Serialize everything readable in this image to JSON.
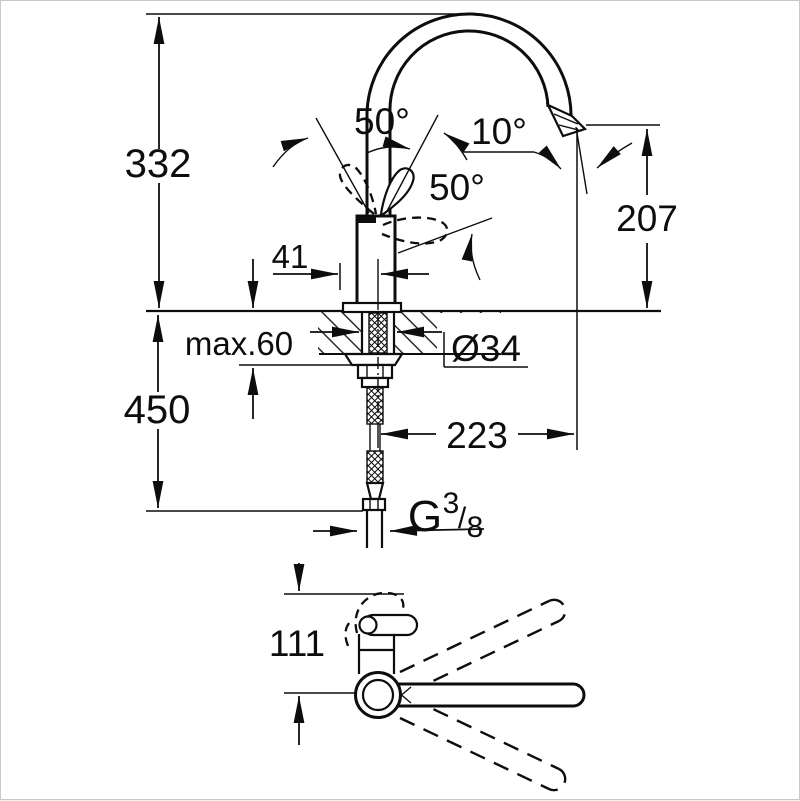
{
  "canvas": {
    "background": "#ffffff",
    "stroke": "#0d0d0d",
    "frame": "#c8c8c8"
  },
  "side_view": {
    "dims": {
      "height_above_deck": "332",
      "length_below_deck": "450",
      "deck_thickness": "max.60",
      "body_offset": "41",
      "hole_diameter": "Ø34",
      "spout_reach": "223",
      "spout_clearance": "207"
    },
    "angles": {
      "swivel_left": "50°",
      "lever_open": "50°",
      "outlet": "10°"
    },
    "thread": {
      "letter": "G",
      "numerator": "3",
      "slash": "/",
      "denominator": "8"
    }
  },
  "top_view": {
    "dims": {
      "lever_reach": "111"
    }
  }
}
